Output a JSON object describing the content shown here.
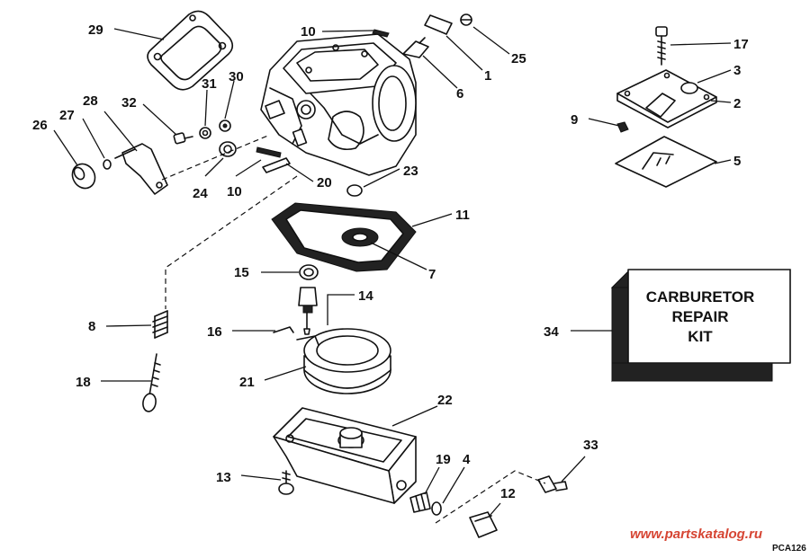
{
  "callouts": {
    "c29": "29",
    "c10a": "10",
    "c25": "25",
    "c1": "1",
    "c6": "6",
    "c17": "17",
    "c3": "3",
    "c2": "2",
    "c31": "31",
    "c30": "30",
    "c28": "28",
    "c32": "32",
    "c27": "27",
    "c26": "26",
    "c9": "9",
    "c5": "5",
    "c24": "24",
    "c10b": "10",
    "c20": "20",
    "c23": "23",
    "c11": "11",
    "c7": "7",
    "c15": "15",
    "c14": "14",
    "c8": "8",
    "c16": "16",
    "c34": "34",
    "c21": "21",
    "c18": "18",
    "c22": "22",
    "c33": "33",
    "c13": "13",
    "c19": "19",
    "c4": "4",
    "c12": "12"
  },
  "kit_label": {
    "line1": "CARBURETOR",
    "line2": "REPAIR",
    "line3": "KIT"
  },
  "watermark": "www.partskatalog.ru",
  "reference_code": "PCA126"
}
